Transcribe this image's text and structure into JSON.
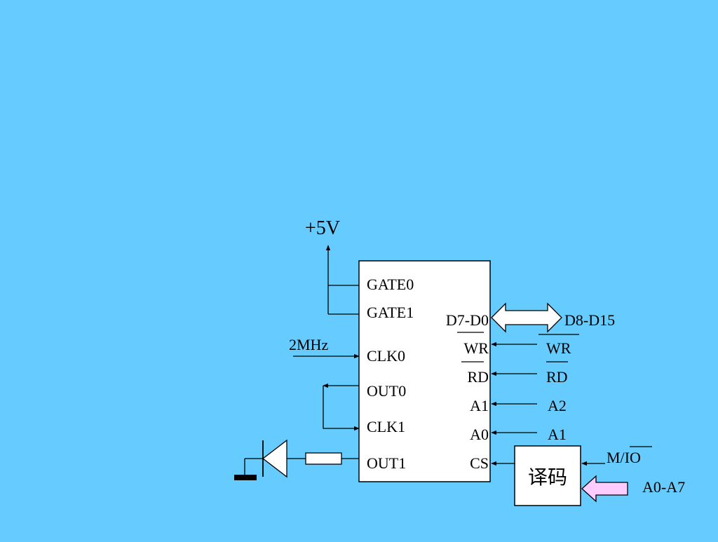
{
  "colors": {
    "background": "#66CCFF",
    "box_fill": "#FFFFFF",
    "line": "#000000",
    "address_arrow_fill": "#FFCCFF"
  },
  "power": {
    "label": "+5V"
  },
  "clock": {
    "label": "2MHz"
  },
  "chip": {
    "left_pins": [
      "GATE0",
      "GATE1",
      "CLK0",
      "OUT0",
      "CLK1",
      "OUT1"
    ],
    "right_pins": {
      "data": "D7-D0",
      "wr": "WR",
      "rd": "RD",
      "a1": "A1",
      "a0": "A0",
      "cs": "CS"
    }
  },
  "bus": {
    "data": "D8-D15",
    "wr": "WR",
    "rd": "RD",
    "a2": "A2",
    "a1": "A1"
  },
  "decoder": {
    "label": "译码",
    "mio_prefix": "M/",
    "mio_suffix": "IO",
    "address_input": "A0-A7"
  },
  "icons": [
    "resistor-icon",
    "diode-icon",
    "ground-icon"
  ]
}
